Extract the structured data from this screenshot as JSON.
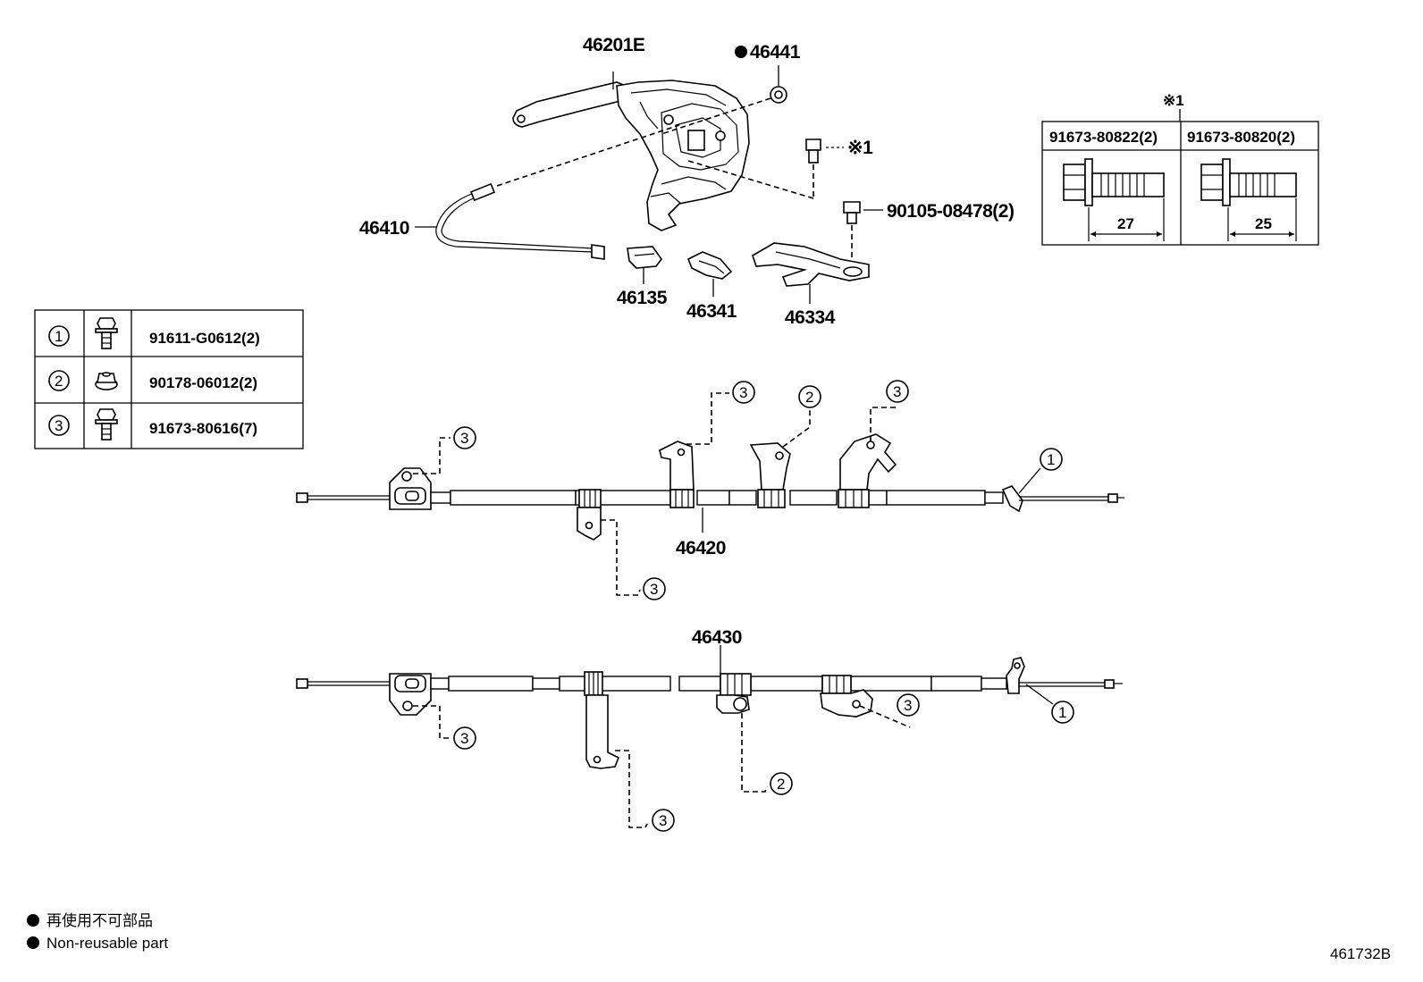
{
  "parts": {
    "p46201E": "46201E",
    "p46441": "46441",
    "p46410": "46410",
    "p46135": "46135",
    "p46341": "46341",
    "p46334": "46334",
    "p46420": "46420",
    "p46430": "46430",
    "p90105": "90105-08478(2)",
    "asterisk_ref": "※1"
  },
  "bolt_table": {
    "header": "※1",
    "col1": "91673-80822(2)",
    "col2": "91673-80820(2)",
    "len1": "27",
    "len2": "25"
  },
  "fastener_table": {
    "rows": [
      {
        "num": "1",
        "part": "91611-G0612(2)",
        "icon": "flange-bolt-icon"
      },
      {
        "num": "2",
        "part": "90178-06012(2)",
        "icon": "flange-nut-icon"
      },
      {
        "num": "3",
        "part": "91673-80616(7)",
        "icon": "flange-bolt-icon"
      }
    ]
  },
  "callouts": {
    "c1": "1",
    "c2": "2",
    "c3": "3"
  },
  "legend": {
    "jp": "再使用不可部品",
    "en": "Non-reusable part"
  },
  "diagram_id": "461732B"
}
